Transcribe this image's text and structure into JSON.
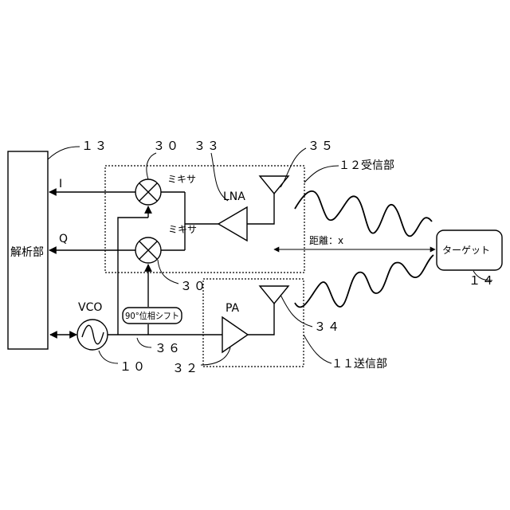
{
  "labels": {
    "analysis_unit": "解析部",
    "analysis_ref": "１３",
    "mixer_top": "ミキサ",
    "mixer_bottom": "ミキサ",
    "mixer_refs": "３０　３３",
    "mixer_bottom_ref": "３０",
    "lna": "LNA",
    "pa": "PA",
    "vco": "VCO",
    "vco_ref": "１０",
    "phase_shifter": "90°位相シフト",
    "phase_shifter_ref": "３６",
    "pa_ref": "３２",
    "rx_antenna_ref": "３５",
    "tx_antenna_ref": "３４",
    "receiver": "１２受信部",
    "transmitter": "１１送信部",
    "target": "ターゲット",
    "target_ref": "１４",
    "distance": "距離：x",
    "signal_i": "I",
    "signal_q": "Q"
  }
}
